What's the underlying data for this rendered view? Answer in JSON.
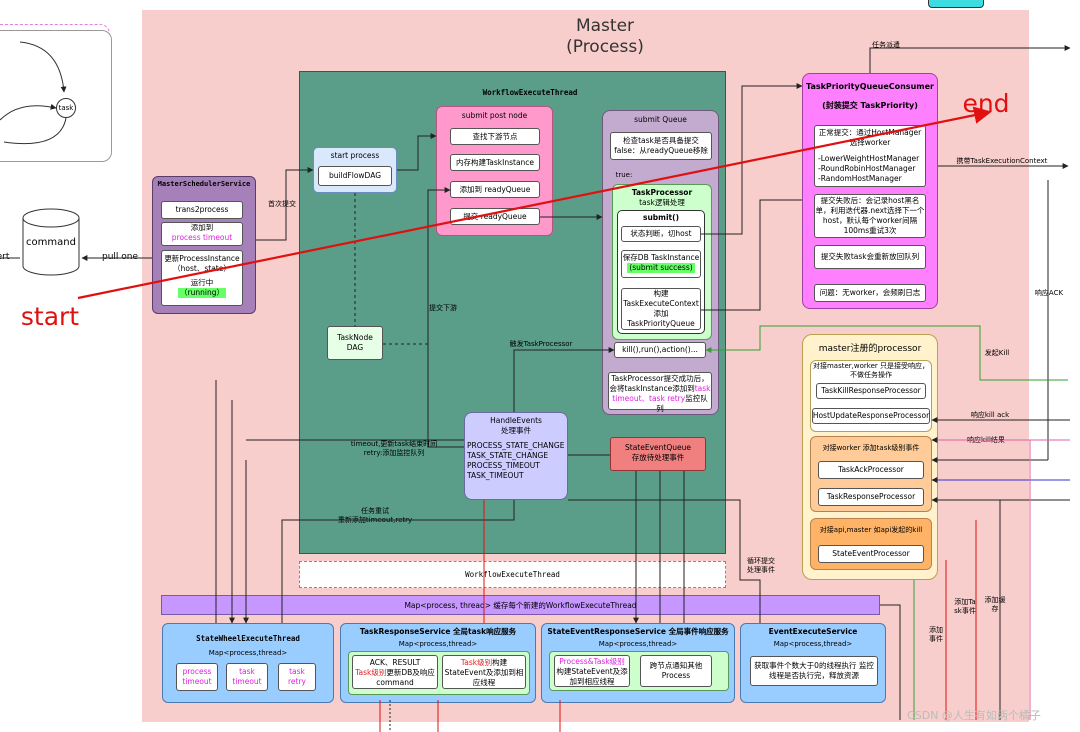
{
  "master": {
    "title": "Master",
    "subtitle": "(Process)"
  },
  "left_panel": {
    "task_label": "task",
    "command_label": "command",
    "pull_one": "pull one",
    "ert_fragment": "ert"
  },
  "scheduler": {
    "title": "MasterSchedulerService",
    "trans2process": "trans2process",
    "add_to": "添加到",
    "process_timeout": "process timeout",
    "update_instance": "更新ProcessInstance（host、state）",
    "running_cn": "运行中",
    "running": "（running）"
  },
  "first_submit": "首次提交",
  "submit_downstream": "提交下游",
  "workflow_thread": {
    "title": "WorkflowExecuteThread",
    "bottom_label": "WorkflowExecuteThread"
  },
  "start_process": {
    "title": "start process",
    "build_dag": "buildFlowDAG"
  },
  "task_node_dag": {
    "line1": "TaskNode",
    "line2": "DAG"
  },
  "submit_post_node": {
    "title": "submit post node",
    "items": [
      "查找下游节点",
      "内存构建TaskInstance",
      "添加到 readyQueue",
      "提交 readyQueue"
    ]
  },
  "submit_queue": {
    "title": "submit Queue",
    "check": "检查task是否具备提交",
    "false_text": "false：从readyQueue移除",
    "true_text": "true:"
  },
  "task_processor": {
    "title": "TaskProcessor",
    "subtitle": "task逻辑处理",
    "submit": "submit()",
    "state_check": "状态判断，切host",
    "save_db": "保存DB TaskInstance",
    "submit_success": "(submit success)",
    "build_context": "构建 TaskExecuteContext 添加 TaskPriorityQueue",
    "kill_run_action": "kill(),run(),action()...",
    "trigger": "触发TaskProcessor",
    "after_submit_a": "TaskProcessor提交成功后，会将taskInstance添加到",
    "after_submit_b": "task timeout、task retry",
    "after_submit_c": "监控队列"
  },
  "handle_events": {
    "title": "HandleEvents",
    "subtitle": "处理事件",
    "states": [
      "PROCESS_STATE_CHANGE",
      "TASK_STATE_CHANGE",
      "PROCESS_TIMEOUT",
      "TASK_TIMEOUT"
    ]
  },
  "state_event_queue": {
    "title": "StateEventQueue",
    "subtitle": "存放待处理事件"
  },
  "timeout_note": {
    "line1": "timeout,更新task结束时间",
    "line2": "retry:添加监控队列"
  },
  "retry_note": {
    "line1": "任务重试",
    "line2": "重新添加timeout,retry"
  },
  "loop_note": {
    "line1": "循环提交",
    "line2": "处理事件"
  },
  "map_bar": "Map<process, thread> 缓存每个新建的WorkflowExecuteThread",
  "priority_consumer": {
    "title": "TaskPriorityQueueConsumer",
    "subtitle": "(封装提交 TaskPriority)",
    "normal": "正常提交：通过HostManager选择worker",
    "hosts": [
      "-LowerWeightHostManager",
      "-RoundRobinHostManager",
      "-RandomHostManager"
    ],
    "fail": "提交失败后：会记录host黑名单，利用迭代器.next选择下一个host，默认每个worker间隔100ms重试3次",
    "fail_back": "提交失败task会重新放回队列",
    "problem": "问题：无worker，会频刷日志"
  },
  "task_dispatch": "任务派遣",
  "carry_context": "携带TaskExecutionContext",
  "response_ack": "响应ACK",
  "send_kill": "发起Kill",
  "response_kill_ack": "响应kill ack",
  "response_kill_result": "响应kill结果",
  "annotations": {
    "end": "end",
    "start": "start"
  },
  "processors": {
    "title": "master注册的processor",
    "group1_title": "对接master,worker 只是接受响应，不做任务操作",
    "group1": [
      "TaskKillResponseProcessor",
      "HostUpdateResponseProcessor"
    ],
    "group2_title": "对接worker 添加task级别事件",
    "group2": [
      "TaskAckProcessor",
      "TaskResponseProcessor"
    ],
    "group3_title": "对接api,master 如api发起的kill",
    "group3": [
      "StateEventProcessor"
    ]
  },
  "add_event": "添加事件",
  "add_task_event": "添加Task事件",
  "add_cache": "添加缓存",
  "bottom": {
    "wheel": {
      "title": "StateWheelExecuteThread",
      "map": "Map<process,thread>",
      "items": [
        "process timeout",
        "task timeout",
        "task retry"
      ]
    },
    "task_response": {
      "title": "TaskResponseService 全局task响应服务",
      "map": "Map<process,thread>",
      "left_a": "ACK、RESULT",
      "left_b": "Task级别",
      "left_c": "更新DB及响应command",
      "right_a": "Task级别",
      "right_b": "构建StateEvent及添加到相应线程"
    },
    "state_event_response": {
      "title": "StateEventResponseService 全局事件响应服务",
      "map": "Map<process,thread>",
      "left_a": "Process&Task级别",
      "left_b": "构建StateEvent及添加到相应线程",
      "right": "跨节点通知其他Process"
    },
    "event_execute": {
      "title": "EventExecuteService",
      "map": "Map<process,thread>",
      "body": "获取事件个数大于0的线程执行 监控线程是否执行完，释放资源"
    }
  },
  "watermark": "CSDN @人生有如两个橘子"
}
